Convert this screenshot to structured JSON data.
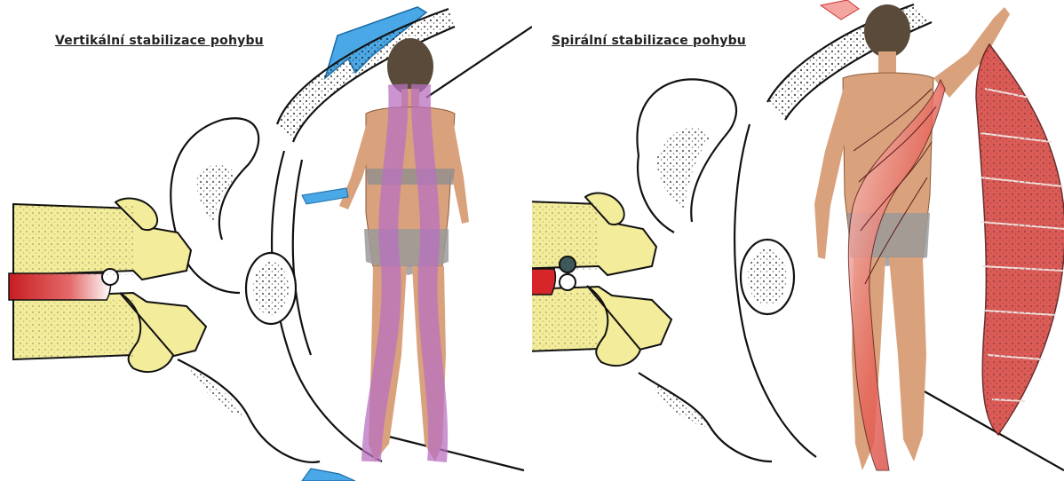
{
  "panels": [
    {
      "title": "Vertikální stabilizace pohybu"
    },
    {
      "title": "Spirální stabilizace pohybu"
    }
  ],
  "colors": {
    "vertebra_fill": "#f3ec9a",
    "disc_red": "#d6262a",
    "vertical_band": "#b870c0",
    "spiral_muscle": "#d9463c",
    "arrow_blue": "#3fa0e0",
    "skin": "#d9a27c",
    "outline": "#111111"
  },
  "icons": [
    "lumbar-vertebra-drawing",
    "pelvis-sketch",
    "human-back-figure",
    "blue-arrow-icon",
    "muscle-chain-illustration"
  ]
}
